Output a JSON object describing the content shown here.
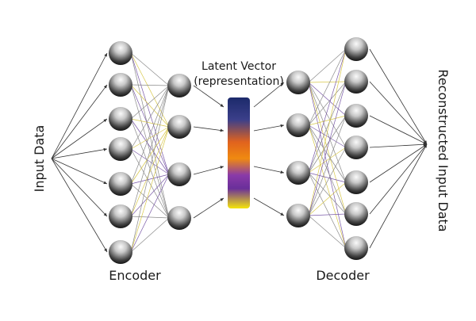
{
  "labels": {
    "input": "Input Data",
    "latent_line1": "Latent Vector",
    "latent_line2": "(representation)",
    "encoder": "Encoder",
    "decoder": "Decoder",
    "output": "Reconstructed Input Data"
  },
  "network": {
    "input_layer_neurons": 7,
    "encoder_hidden_neurons": 4,
    "decoder_hidden_neurons": 4,
    "output_layer_neurons": 7
  },
  "colors": {
    "latent_gradient": [
      "#1c2a6b",
      "#3b3f8a",
      "#e0621e",
      "#f08a10",
      "#8a3aa8",
      "#6a2f9a",
      "#f5e60a"
    ],
    "connection_gray": "#8a8a8a",
    "connection_yellow": "#d8c84a",
    "connection_purple": "#7a5aa8"
  }
}
